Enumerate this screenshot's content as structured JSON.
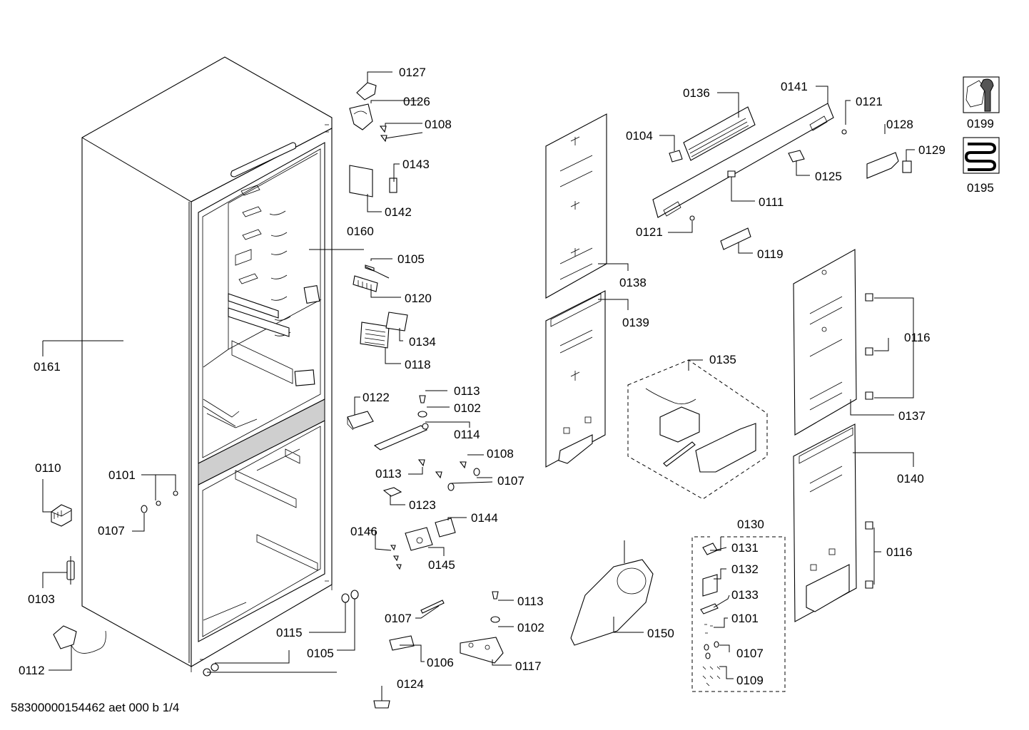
{
  "document_id": "58300000154462 aet 000 b 1/4",
  "icons": [
    {
      "name": "tools-icon",
      "label": "0199"
    },
    {
      "name": "heating-element-icon",
      "label": "0195"
    }
  ],
  "callouts": {
    "p0161": "0161",
    "p0110": "0110",
    "p0101a": "0101",
    "p0107a": "0107",
    "p0103": "0103",
    "p0112": "0112",
    "p0115": "0115",
    "p0105a": "0105",
    "p0127": "0127",
    "p0126": "0126",
    "p0108a": "0108",
    "p0143": "0143",
    "p0142": "0142",
    "p0160": "0160",
    "p0105b": "0105",
    "p0120": "0120",
    "p0134": "0134",
    "p0118": "0118",
    "p0122": "0122",
    "p0113a": "0113",
    "p0102a": "0102",
    "p0114": "0114",
    "p0108b": "0108",
    "p0113b": "0113",
    "p0107b": "0107",
    "p0123": "0123",
    "p0144": "0144",
    "p0146": "0146",
    "p0145": "0145",
    "p0107c": "0107",
    "p0106": "0106",
    "p0124": "0124",
    "p0113c": "0113",
    "p0102b": "0102",
    "p0117": "0117",
    "p0150": "0150",
    "p0138": "0138",
    "p0139": "0139",
    "p0136": "0136",
    "p0141": "0141",
    "p0121a": "0121",
    "p0104": "0104",
    "p0125": "0125",
    "p0111": "0111",
    "p0121b": "0121",
    "p0119": "0119",
    "p0128": "0128",
    "p0129": "0129",
    "p0135": "0135",
    "p0137": "0137",
    "p0116a": "0116",
    "p0140": "0140",
    "p0116b": "0116",
    "p0130": "0130",
    "p0131": "0131",
    "p0132": "0132",
    "p0133": "0133",
    "p0101b": "0101",
    "p0107d": "0107",
    "p0109": "0109"
  }
}
